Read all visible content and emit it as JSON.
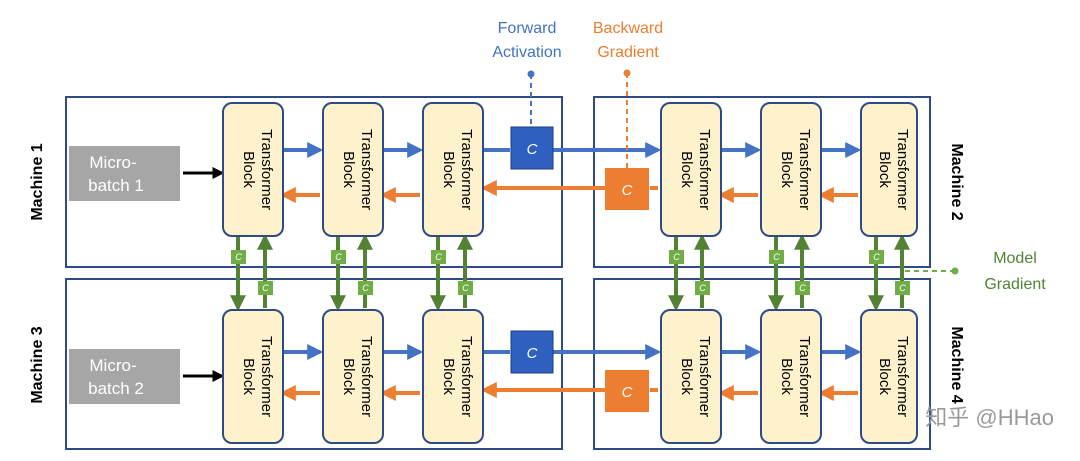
{
  "labels": {
    "forward_line1": "Forward",
    "forward_line2": "Activation",
    "backward_line1": "Backward",
    "backward_line2": "Gradient",
    "model_line1": "Model",
    "model_line2": "Gradient"
  },
  "machines": [
    "Machine 1",
    "Machine 2",
    "Machine 3",
    "Machine 4"
  ],
  "block_line1": "Transformer",
  "block_line2": "Block",
  "comm_label": "C",
  "microbatches": [
    {
      "line1": "Micro-",
      "line2": "batch 1"
    },
    {
      "line1": "Micro-",
      "line2": "batch 2"
    }
  ],
  "watermark": "知乎 @HHao",
  "colors": {
    "forward": "#4472c4",
    "backward": "#ed7d31",
    "model_gradient": "#548235",
    "comm_forward": "#2f5fbf",
    "comm_backward": "#ed7d31",
    "comm_grad": "#70ad47",
    "block_fill": "#fef2cc",
    "border": "#2e4b86",
    "microbatch_fill": "#a6a6a6"
  }
}
